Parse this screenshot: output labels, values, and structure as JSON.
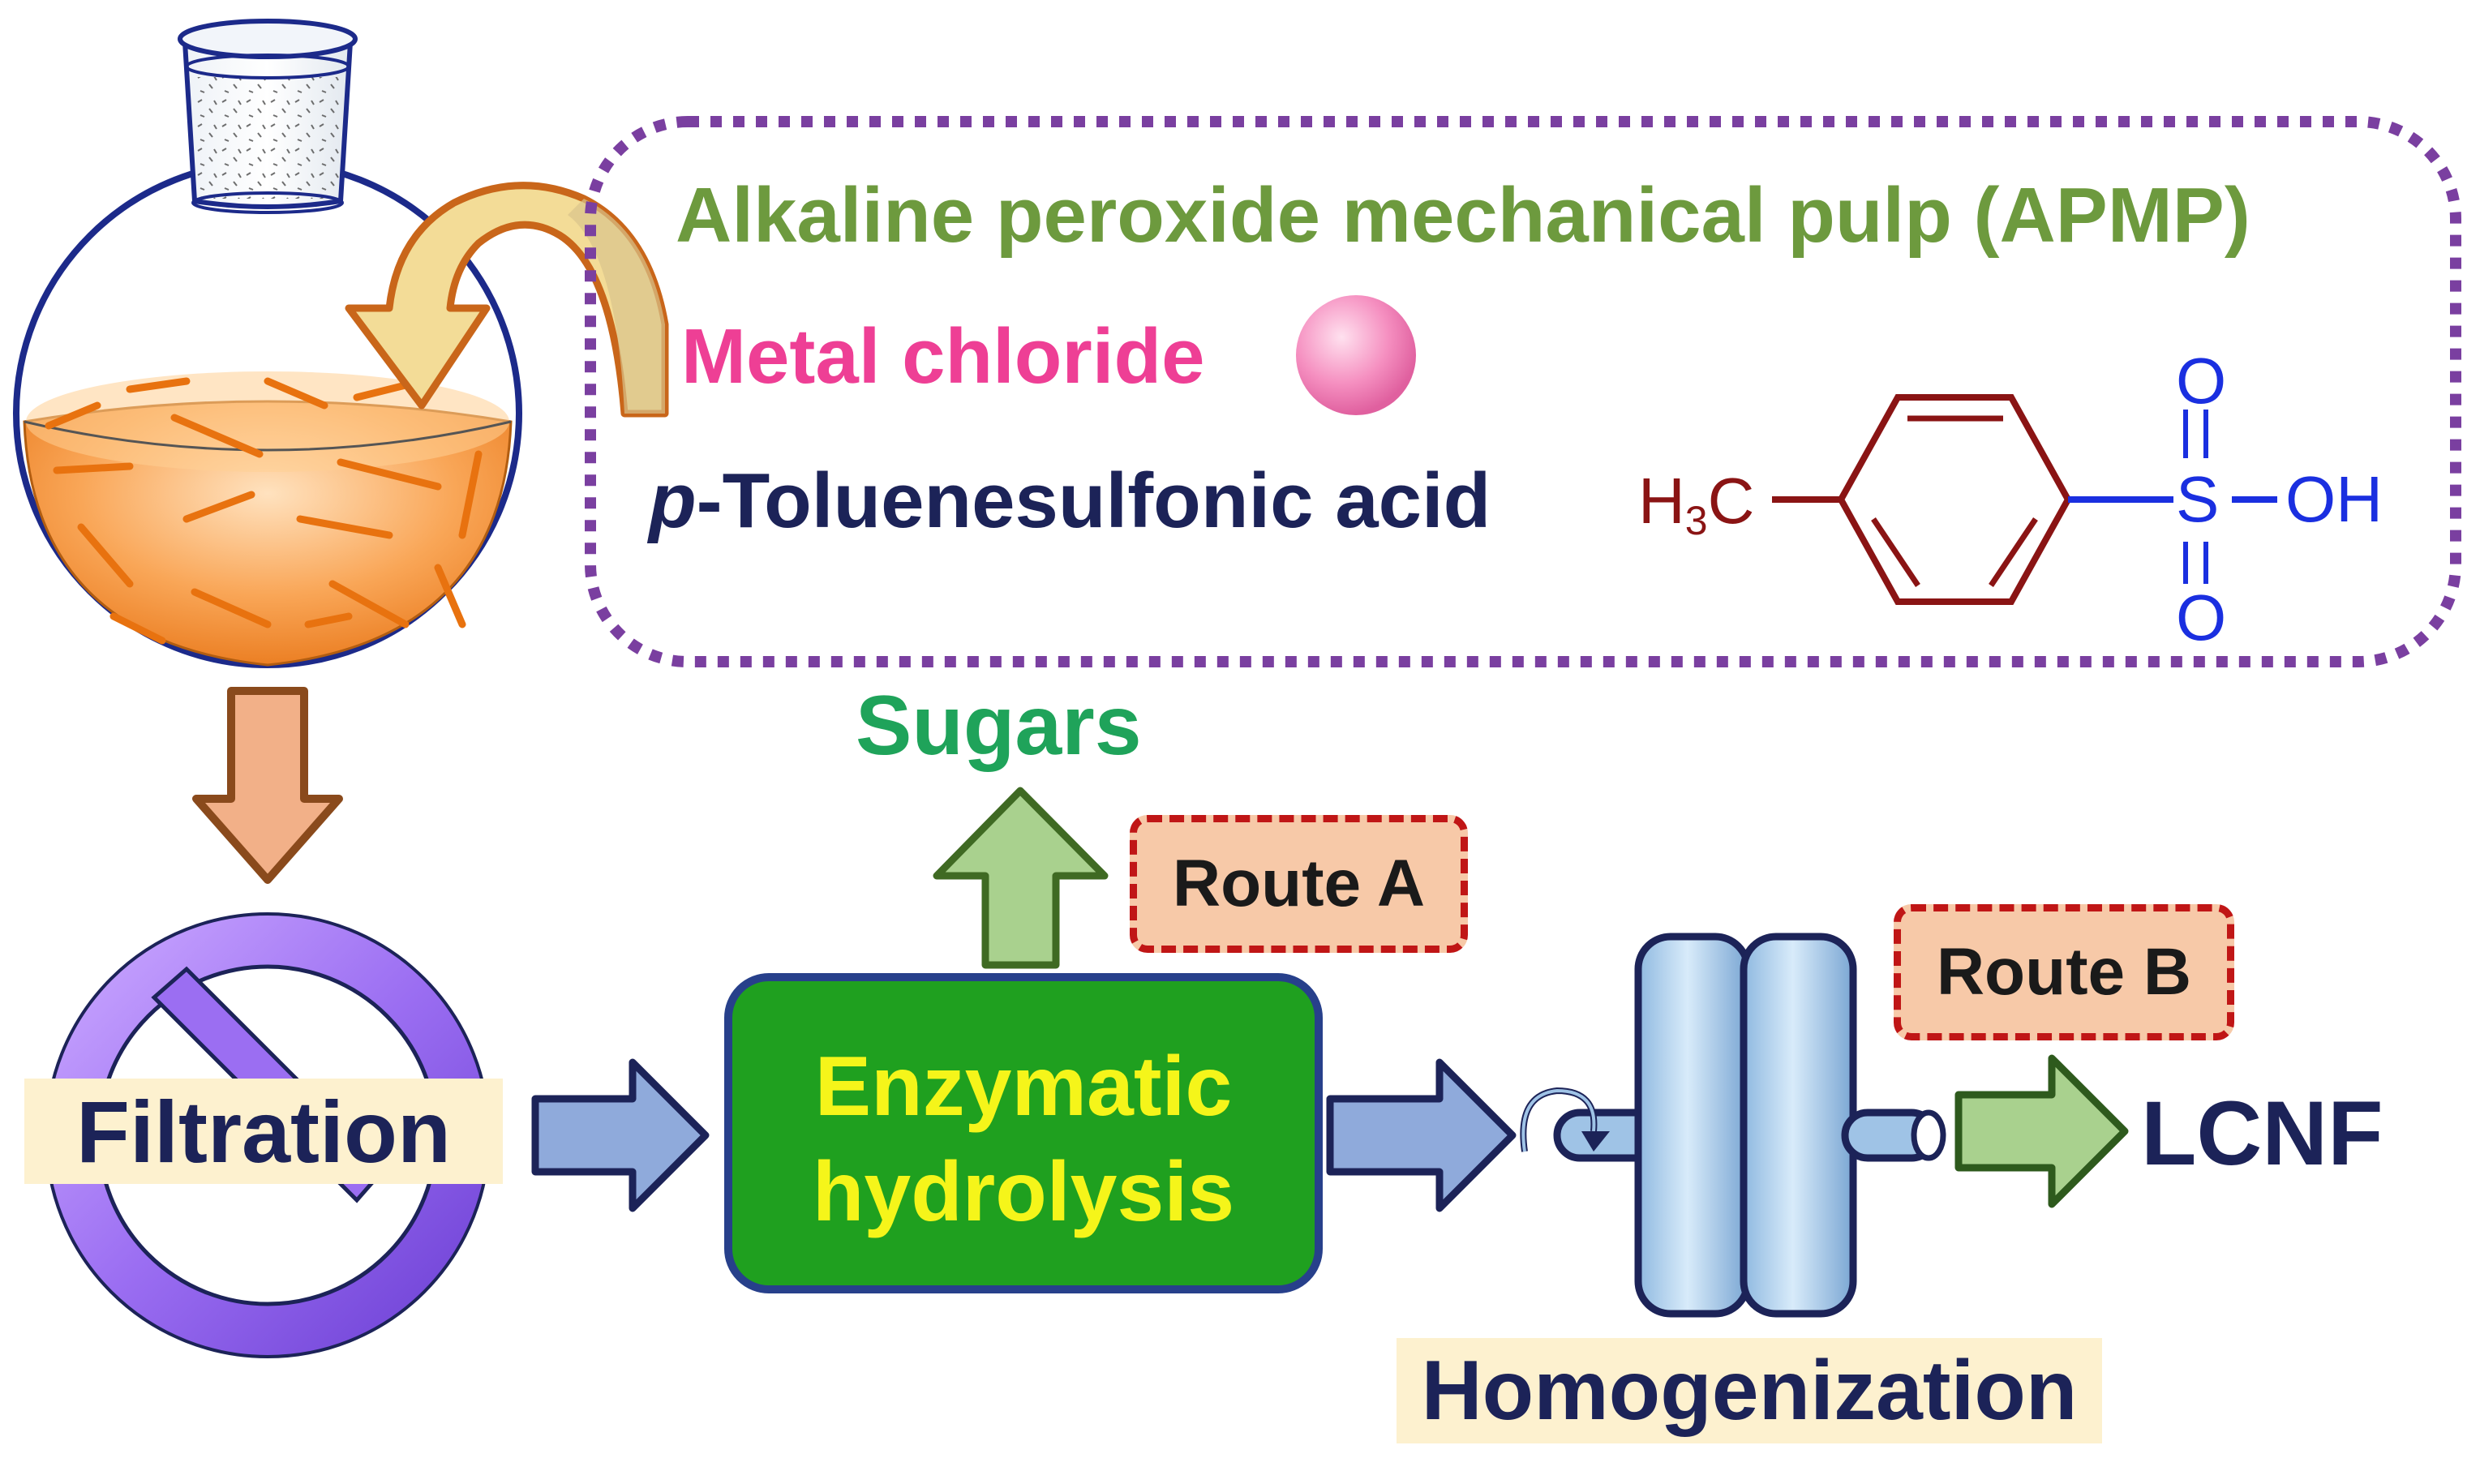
{
  "reagents": {
    "apmp": "Alkaline peroxide mechanical pulp (APMP)",
    "metal": "Metal chloride",
    "ptsa_prefix": "p",
    "ptsa_rest": "-Toluenesulfonic  acid"
  },
  "structure": {
    "h3c_h": "H",
    "h3c_sub": "3",
    "h3c_c": "C",
    "s": "S",
    "oh": "OH",
    "o_top": "O",
    "o_bottom": "O"
  },
  "process": {
    "filtration": "Filtration",
    "enzymatic_line1": "Enzymatic",
    "enzymatic_line2": "hydrolysis",
    "sugars": "Sugars",
    "route_a": "Route A",
    "route_b": "Route B",
    "homogenization": "Homogenization",
    "lcnf": "LCNF"
  },
  "colors": {
    "apmp": "#6d9a3e",
    "metal": "#ee3f95",
    "ptsa": "#1c2358",
    "sugars": "#1fa35a",
    "enzymatic_box": "#1fa01f",
    "enzymatic_text": "#f5f51a",
    "dotted_border": "#7a3fa0",
    "ring": "#8a1414",
    "sulfonyl": "#1a2fe0"
  }
}
